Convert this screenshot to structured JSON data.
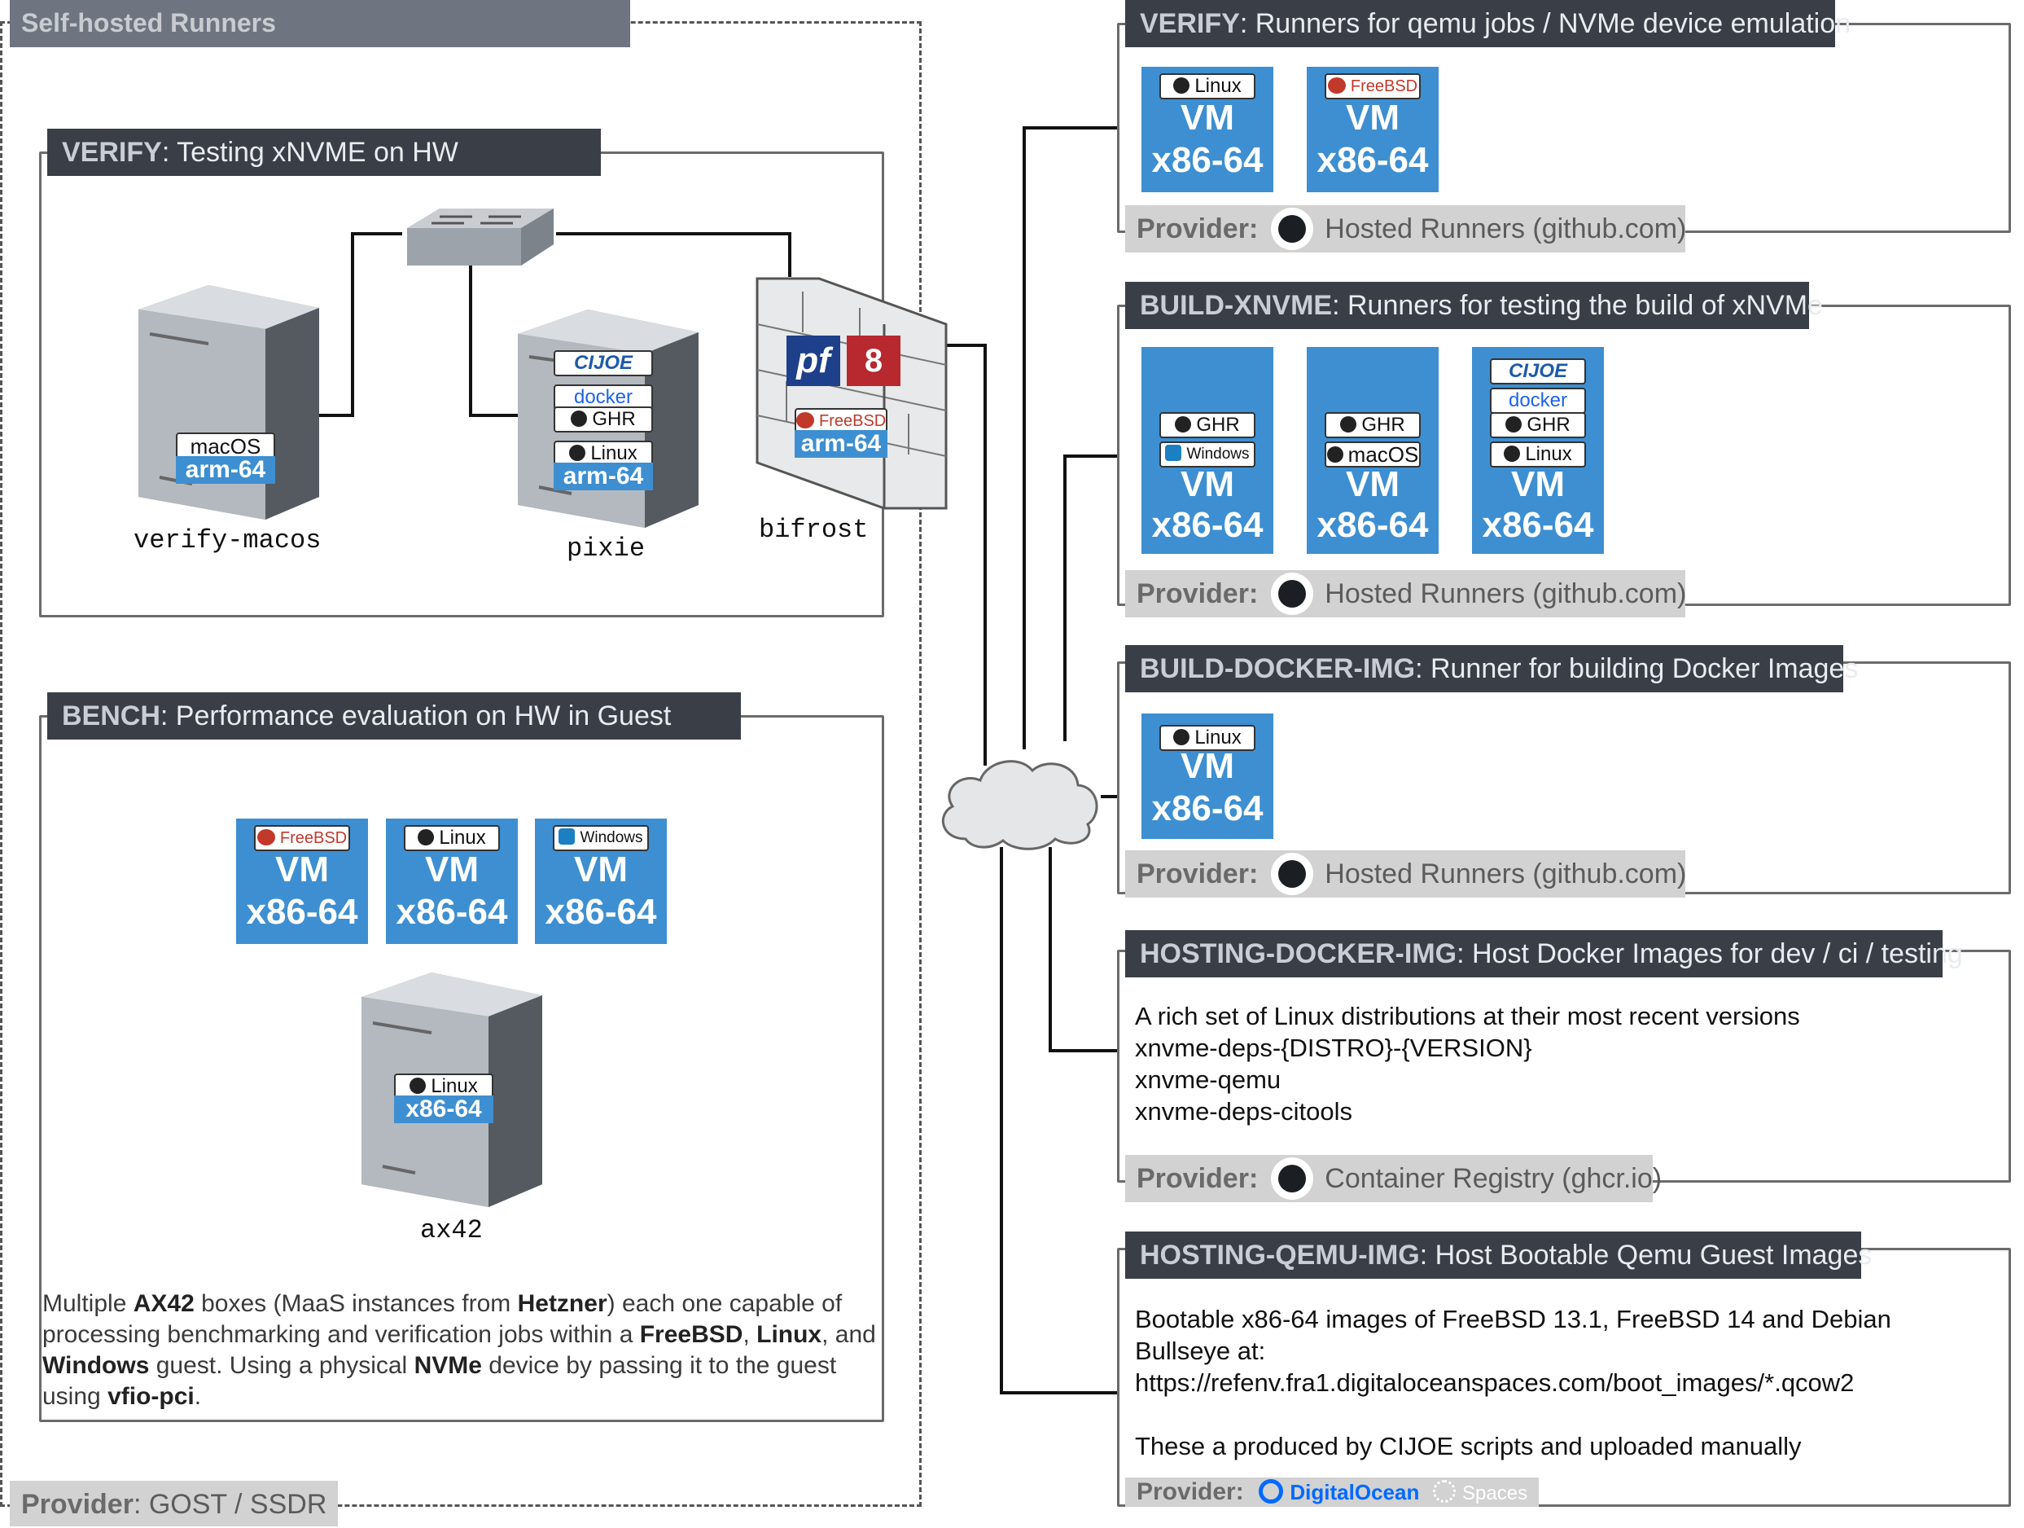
{
  "self_hosted": {
    "title": "Self-hosted Runners",
    "provider_label": "Provider",
    "provider_value": ": GOST / SSDR"
  },
  "verify_hw": {
    "header_bold": "VERIFY",
    "header_rest": ": Testing xNVME on HW",
    "machines": [
      {
        "name": "verify-macos",
        "os": "macOS",
        "arch": "arm-64"
      },
      {
        "name": "pixie",
        "tags": [
          "CIJOE",
          "docker",
          "GHR",
          "Linux"
        ],
        "arch": "arm-64"
      },
      {
        "name": "bifrost",
        "tags": [
          "pf",
          "FreeBSD"
        ],
        "arch": "arm-64"
      }
    ]
  },
  "bench": {
    "header_bold": "BENCH",
    "header_rest": ": Performance evaluation on HW in Guest",
    "vms": [
      {
        "os": "FreeBSD",
        "label": "VM",
        "arch": "x86-64"
      },
      {
        "os": "Linux",
        "label": "VM",
        "arch": "x86-64"
      },
      {
        "os": "Windows",
        "label": "VM",
        "arch": "x86-64"
      }
    ],
    "host": {
      "name": "ax42",
      "os": "Linux",
      "arch": "x86-64"
    },
    "desc": {
      "p1": "Multiple ",
      "b1": "AX42",
      "p2": " boxes (MaaS instances from ",
      "b2": "Hetzner",
      "p3": ") each one capable of processing benchmarking and verification jobs within a ",
      "b3": "FreeBSD",
      "p4": ", ",
      "b4": "Linux",
      "p5": ", and ",
      "b5": "Windows",
      "p6": " guest. Using a physical ",
      "b6": "NVMe",
      "p7": " device by passing it to the guest using ",
      "b7": "vfio-pci",
      "p8": "."
    }
  },
  "right": {
    "verify": {
      "header_bold": "VERIFY",
      "header_rest": ": Runners for qemu jobs / NVMe device emulation",
      "vms": [
        {
          "os": "Linux",
          "label": "VM",
          "arch": "x86-64"
        },
        {
          "os": "FreeBSD",
          "label": "VM",
          "arch": "x86-64"
        }
      ],
      "provider_label": "Provider:",
      "provider_value": "Hosted Runners (github.com)"
    },
    "build_xnvme": {
      "header_bold": "BUILD-XNVME",
      "header_rest": ": Runners for testing the build of xNVMe",
      "vms": [
        {
          "tags": [
            "GHR",
            "Windows"
          ],
          "label": "VM",
          "arch": "x86-64"
        },
        {
          "tags": [
            "GHR",
            "macOS"
          ],
          "label": "VM",
          "arch": "x86-64"
        },
        {
          "tags": [
            "CIJOE",
            "docker",
            "GHR",
            "Linux"
          ],
          "label": "VM",
          "arch": "x86-64"
        }
      ],
      "provider_label": "Provider:",
      "provider_value": "Hosted Runners (github.com)"
    },
    "build_docker": {
      "header_bold": "BUILD-DOCKER-IMG",
      "header_rest": ": Runner for building Docker Images",
      "vms": [
        {
          "os": "Linux",
          "label": "VM",
          "arch": "x86-64"
        }
      ],
      "provider_label": "Provider:",
      "provider_value": "Hosted Runners (github.com)"
    },
    "hosting_docker": {
      "header_bold": "HOSTING-DOCKER-IMG",
      "header_rest": ": Host Docker Images for dev / ci / testing",
      "lines": [
        "A rich set of Linux distributions at their most recent versions",
        "xnvme-deps-{DISTRO}-{VERSION}",
        "xnvme-qemu",
        "xnvme-deps-citools"
      ],
      "provider_label": "Provider:",
      "provider_value": "Container Registry (ghcr.io)"
    },
    "hosting_qemu": {
      "header_bold": "HOSTING-QEMU-IMG",
      "header_rest": ": Host Bootable Qemu Guest Images",
      "lines": [
        "Bootable x86-64 images of FreeBSD 13.1, FreeBSD 14 and Debian",
        "Bullseye at:",
        "https://refenv.fra1.digitaloceanspaces.com/boot_images/*.qcow2",
        "",
        "These a produced by CIJOE scripts and uploaded manually"
      ],
      "provider_label": "Provider:",
      "provider_do": "DigitalOcean",
      "provider_spaces": "Spaces"
    }
  },
  "colors": {
    "vm_blue": "#3d8fd1",
    "header_dark": "#3a3f47",
    "provider_gray": "#d2d2d2"
  }
}
